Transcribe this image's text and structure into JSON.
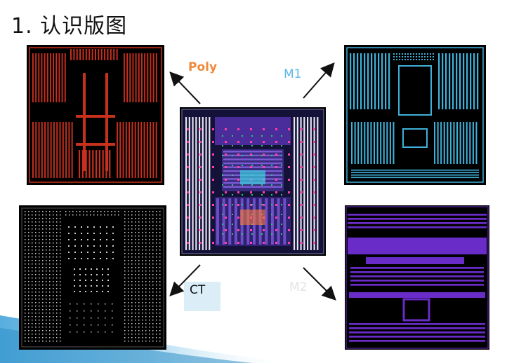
{
  "slide": {
    "title": "1. 认识版图",
    "labels": {
      "poly": "Poly",
      "m1": "M1",
      "ct": "CT",
      "m2": "M2"
    },
    "colors": {
      "poly_label": "#f08a3c",
      "m1_label": "#5bb7e8",
      "ct_box": "#dbeef7",
      "m2_label": "#e3e3e3",
      "poly_layer": "#c8301e",
      "m1_layer": "#3fb0d8",
      "ct_layer": "#cfcfcf",
      "m2_layer": "#6a2cc8",
      "decoration_blue": "#3a9fd8"
    },
    "panels": [
      {
        "id": "poly",
        "description_icon": "layout-poly-layer"
      },
      {
        "id": "m1",
        "description_icon": "layout-metal1-layer"
      },
      {
        "id": "center",
        "description_icon": "layout-full-composite"
      },
      {
        "id": "ct",
        "description_icon": "layout-contact-layer"
      },
      {
        "id": "m2",
        "description_icon": "layout-metal2-layer"
      }
    ]
  }
}
